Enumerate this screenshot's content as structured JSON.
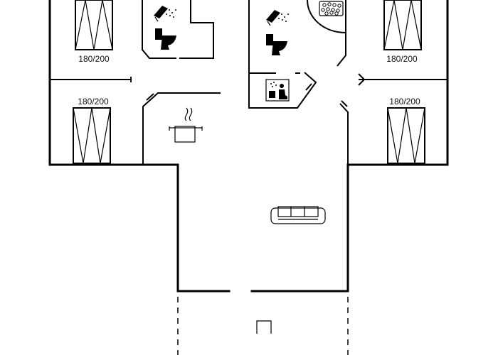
{
  "plan": {
    "bedrooms": [
      {
        "label": "180/200"
      },
      {
        "label": "180/200"
      },
      {
        "label": "180/200"
      },
      {
        "label": "180/200"
      }
    ],
    "icons": [
      "shower-icon",
      "toilet-icon",
      "shower-icon",
      "toilet-icon",
      "whirlpool-icon",
      "sauna-icon",
      "stove-icon",
      "sofa-icon"
    ]
  }
}
